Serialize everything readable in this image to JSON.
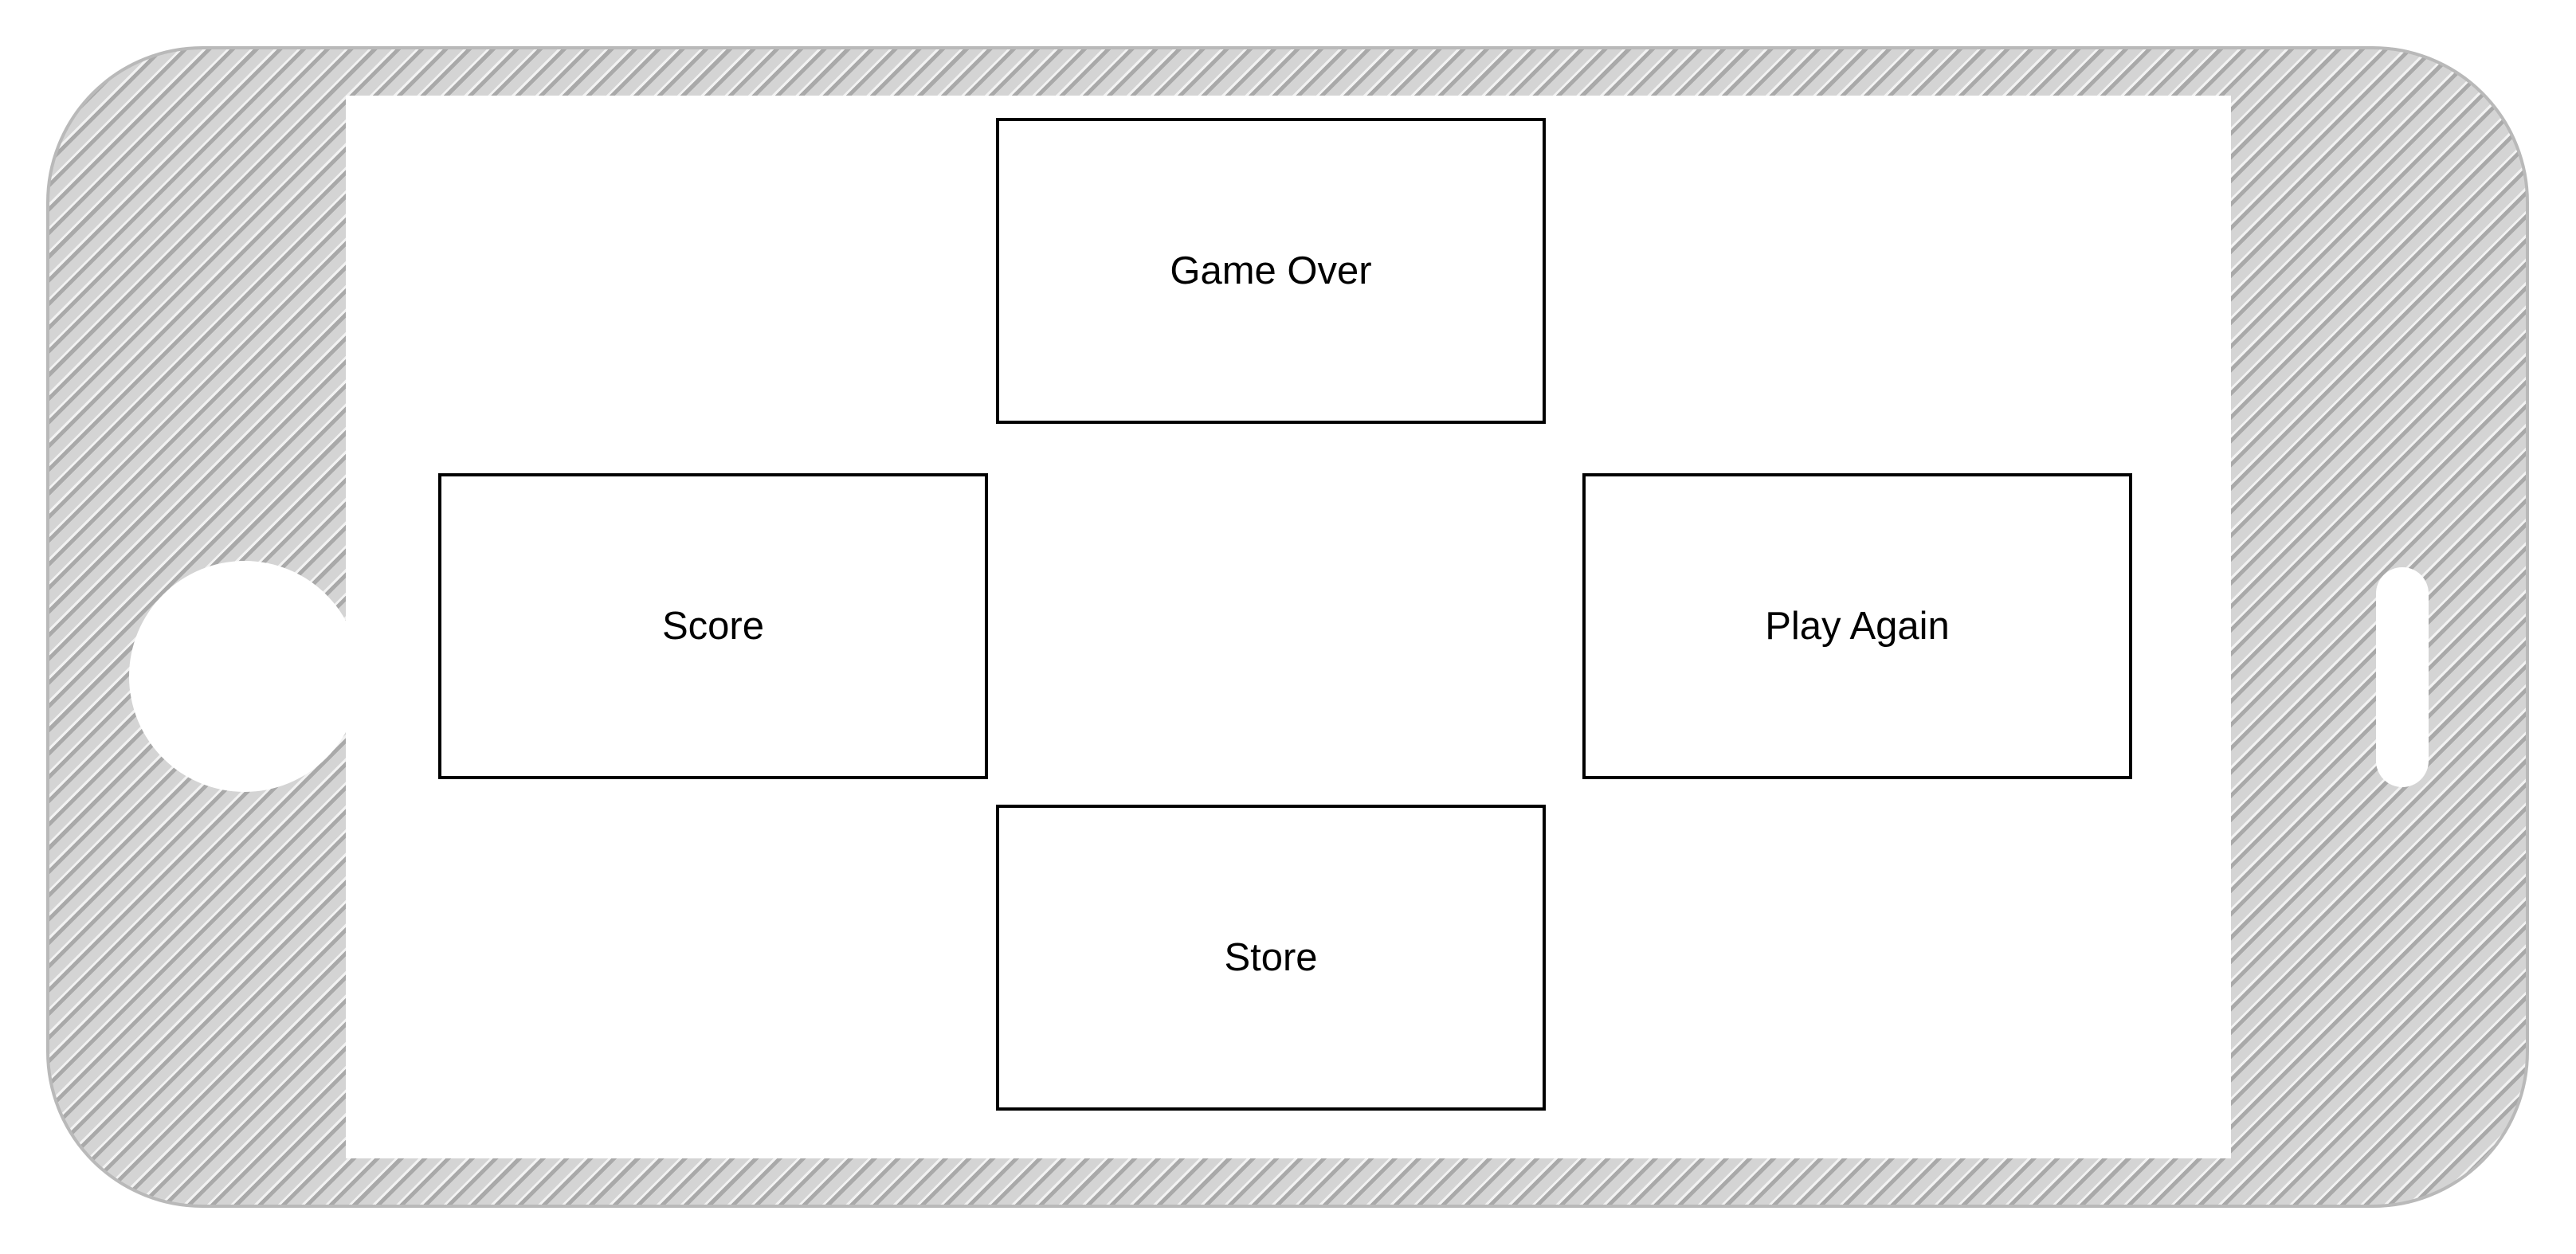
{
  "device": {
    "frame_color": "#d4d4d4",
    "stripe_color": "#a9a9a9",
    "screen_color": "#ffffff",
    "orientation": "landscape"
  },
  "boxes": {
    "game_over": "Game Over",
    "score": "Score",
    "play_again": "Play Again",
    "store": "Store"
  }
}
